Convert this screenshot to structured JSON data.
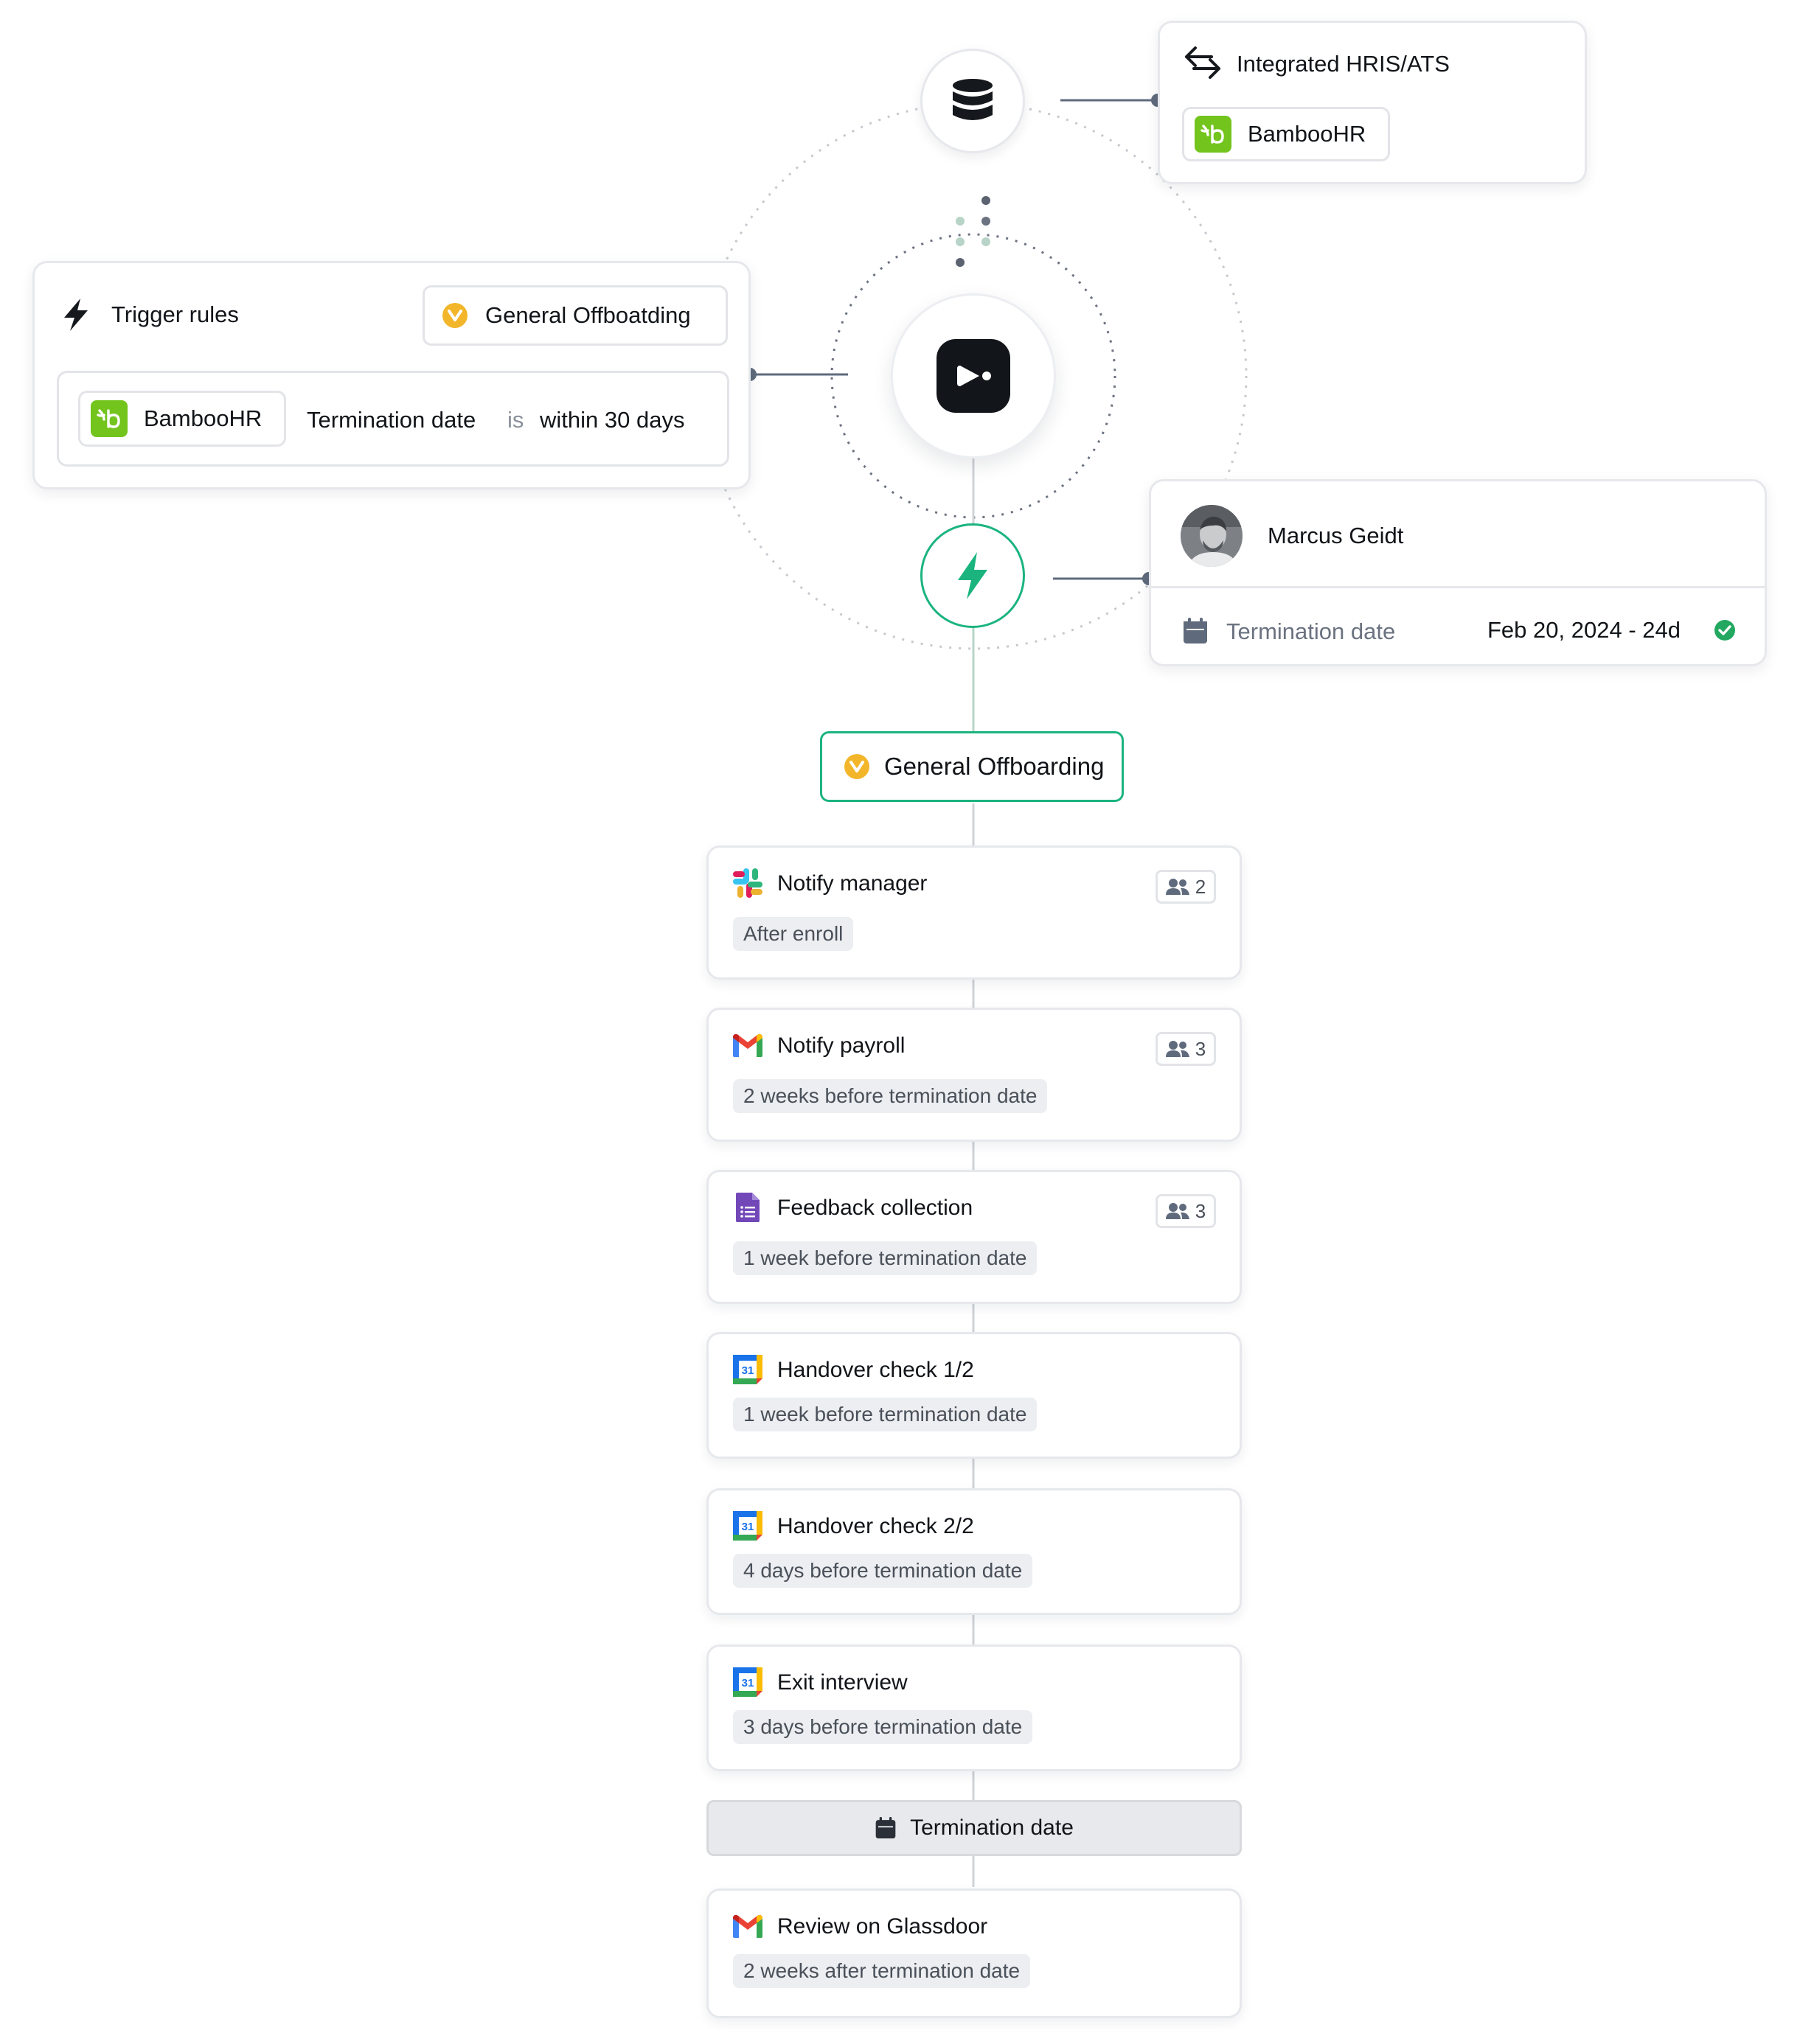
{
  "hris": {
    "title": "Integrated HRIS/ATS",
    "integration": "BambooHR"
  },
  "trigger": {
    "title": "Trigger rules",
    "workflow": "General Offboatding",
    "rule": {
      "source": "BambooHR",
      "field": "Termination date",
      "operator": "is",
      "value": "within 30 days"
    }
  },
  "employee": {
    "name": "Marcus Geidt",
    "date_label": "Termination date",
    "date_value": "Feb 20, 2024 - 24d"
  },
  "workflow_title": "General Offboarding",
  "steps": [
    {
      "title": "Notify manager",
      "app": "slack",
      "timing": "After enroll",
      "assignees": "2"
    },
    {
      "title": "Notify payroll",
      "app": "gmail",
      "timing": "2 weeks before termination date",
      "assignees": "3"
    },
    {
      "title": "Feedback collection",
      "app": "google-forms",
      "timing": "1 week before termination date",
      "assignees": "3"
    },
    {
      "title": "Handover check 1/2",
      "app": "google-calendar",
      "timing": "1 week before termination date"
    },
    {
      "title": "Handover check 2/2",
      "app": "google-calendar",
      "timing": "4 days before termination date"
    },
    {
      "title": "Exit interview",
      "app": "google-calendar",
      "timing": "3 days before termination date"
    }
  ],
  "milestone": "Termination date",
  "after_steps": [
    {
      "title": "Review on Glassdoor",
      "app": "gmail",
      "timing": "2 weeks after termination date"
    }
  ],
  "calendar_day": "31",
  "colors": {
    "accent_green": "#1bb47f",
    "bamboo_green": "#73c41d",
    "workflow_badge": "#f3b62a",
    "check_green": "#22a860"
  }
}
